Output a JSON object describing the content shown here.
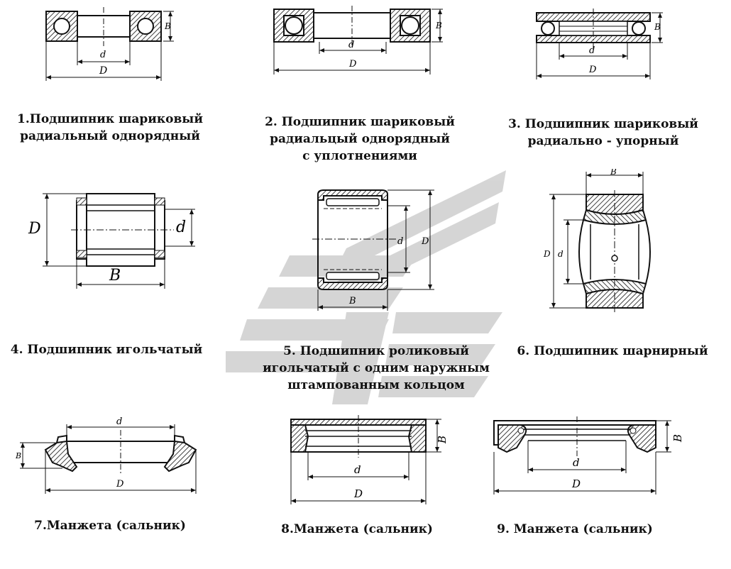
{
  "captions": {
    "c1": [
      "1.Подшипник шариковый",
      "радиальный однорядный"
    ],
    "c2": [
      "2. Подшипник шариковый",
      "радиальцый однорядный",
      "с уплотнениями"
    ],
    "c3": [
      "3. Подшипник шариковый",
      "радиально - упорный"
    ],
    "c4": [
      "4. Подшипник игольчатый"
    ],
    "c5": [
      "5. Подшипник роликовый",
      "игольчатый с одним наружным",
      "штампованным кольцом"
    ],
    "c6": [
      "6. Подшипник шарнирный"
    ],
    "c7": [
      "7.Манжета (сальник)"
    ],
    "c8": [
      "8.Манжета (сальник)"
    ],
    "c9": [
      "9. Манжета (сальник)"
    ]
  },
  "dims": {
    "f1": {
      "d": "d",
      "D": "D",
      "B": "B"
    },
    "f2": {
      "d": "d",
      "D": "D",
      "B": "B"
    },
    "f3": {
      "d": "d",
      "D": "D",
      "B": "B"
    },
    "f4": {
      "D": "D",
      "d": "d",
      "B": "B"
    },
    "f5": {
      "d": "d",
      "D": "D",
      "B": "B"
    },
    "f6": {
      "B": "B",
      "D": "D",
      "d": "d"
    },
    "f7": {
      "d": "d",
      "D": "D",
      "B": "B"
    },
    "f8": {
      "d": "d",
      "D": "D",
      "B": "B"
    },
    "f9": {
      "d": "d",
      "D": "D",
      "B": "B"
    }
  }
}
